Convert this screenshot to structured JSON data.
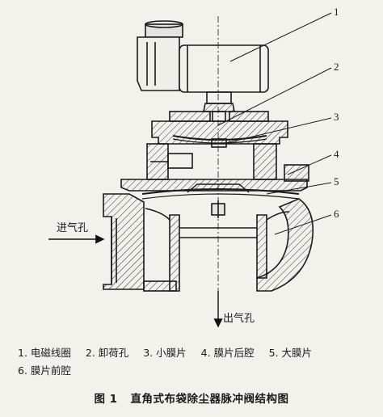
{
  "callouts": [
    "1",
    "2",
    "3",
    "4",
    "5",
    "6"
  ],
  "flow": {
    "inlet": "进气孔",
    "outlet": "出气孔"
  },
  "legend": [
    "1. 电磁线圈",
    "2. 卸荷孔",
    "3. 小膜片",
    "4. 膜片后腔",
    "5. 大膜片",
    "6. 膜片前腔"
  ],
  "caption": {
    "number": "图 1",
    "title": "直角式布袋除尘器脉冲阀结构图"
  }
}
